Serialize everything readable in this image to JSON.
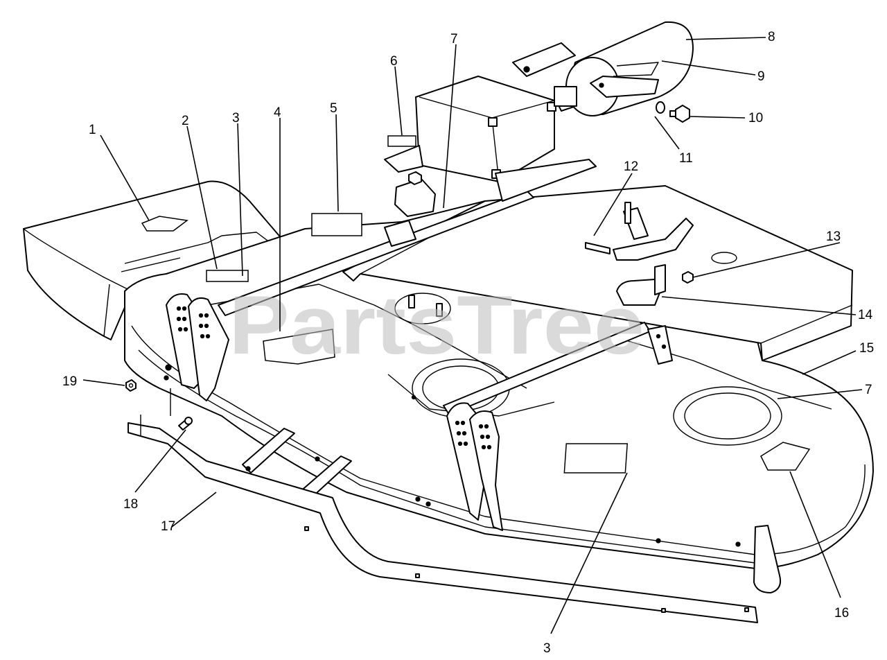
{
  "watermark": "PartsTree",
  "callouts": [
    {
      "id": "c1",
      "label": "1"
    },
    {
      "id": "c2",
      "label": "2"
    },
    {
      "id": "c3a",
      "label": "3"
    },
    {
      "id": "c4",
      "label": "4"
    },
    {
      "id": "c5",
      "label": "5"
    },
    {
      "id": "c6",
      "label": "6"
    },
    {
      "id": "c7a",
      "label": "7"
    },
    {
      "id": "c8",
      "label": "8"
    },
    {
      "id": "c9",
      "label": "9"
    },
    {
      "id": "c10",
      "label": "10"
    },
    {
      "id": "c11",
      "label": "11"
    },
    {
      "id": "c12",
      "label": "12"
    },
    {
      "id": "c13",
      "label": "13"
    },
    {
      "id": "c14",
      "label": "14"
    },
    {
      "id": "c15",
      "label": "15"
    },
    {
      "id": "c7b",
      "label": "7"
    },
    {
      "id": "c16",
      "label": "16"
    },
    {
      "id": "c3b",
      "label": "3"
    },
    {
      "id": "c17",
      "label": "17"
    },
    {
      "id": "c18",
      "label": "18"
    },
    {
      "id": "c19",
      "label": "19"
    }
  ]
}
